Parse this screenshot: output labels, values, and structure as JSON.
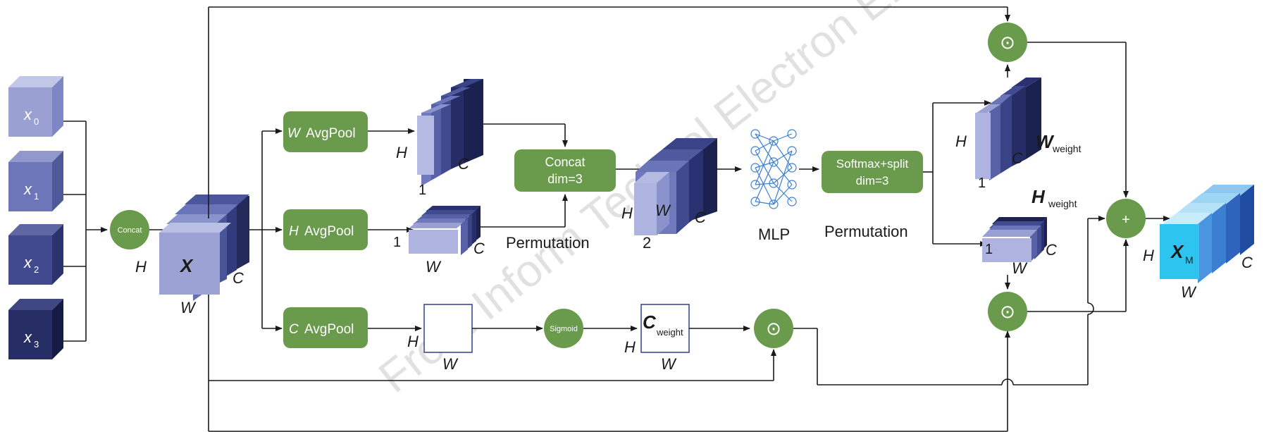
{
  "inputs": [
    {
      "letter": "x",
      "sub": "0"
    },
    {
      "letter": "x",
      "sub": "1"
    },
    {
      "letter": "x",
      "sub": "2"
    },
    {
      "letter": "x",
      "sub": "3"
    }
  ],
  "concat_node": "Concat",
  "sigmoid_node": "Sigmoid",
  "main_tensor": {
    "letter": "X",
    "h": "H",
    "w": "W",
    "c": "C"
  },
  "pool_boxes": {
    "w_letter": "W",
    "w_text": "AvgPool",
    "h_letter": "H",
    "h_text": "AvgPool",
    "c_letter": "C",
    "c_text": "AvgPool"
  },
  "w_pool_out": {
    "h": "H",
    "c": "C",
    "one": "1"
  },
  "h_pool_out": {
    "one": "1",
    "w": "W",
    "c": "C"
  },
  "concat_box": {
    "line1": "Concat",
    "line2": "dim=3"
  },
  "permutation_left": "Permutation",
  "stacked_tensor": {
    "h": "H",
    "w": "W",
    "c": "C",
    "two": "2"
  },
  "mlp_label": "MLP",
  "softmax_box": {
    "line1": "Softmax+split",
    "line2": "dim=3"
  },
  "permutation_right": "Permutation",
  "w_weight": {
    "h": "H",
    "c": "C",
    "one": "1",
    "letter": "W",
    "sub": "weight"
  },
  "h_weight": {
    "letter": "H",
    "sub": "weight",
    "one": "1",
    "w": "W",
    "c": "C"
  },
  "c_branch": {
    "h": "H",
    "w": "W",
    "c_letter": "C",
    "c_sub": "weight",
    "h2": "H",
    "w2": "W"
  },
  "mult_symbol": "⊙",
  "add_symbol": "+",
  "output_tensor": {
    "letter": "X",
    "sub": "M",
    "h": "H",
    "w": "W",
    "c": "C"
  },
  "watermark": "Front Inform Technol Electron Eng",
  "colors": {
    "green": "#6a9a4c",
    "green_dark": "#5c8a40",
    "cube_light": "#9ca3d4",
    "cube_mid": "#6f78bc",
    "cube_dark": "#3f4a8f",
    "cube_darkest": "#262d5e",
    "cyan": "#2ec4f0",
    "mlp_blue": "#3b7fd1"
  }
}
